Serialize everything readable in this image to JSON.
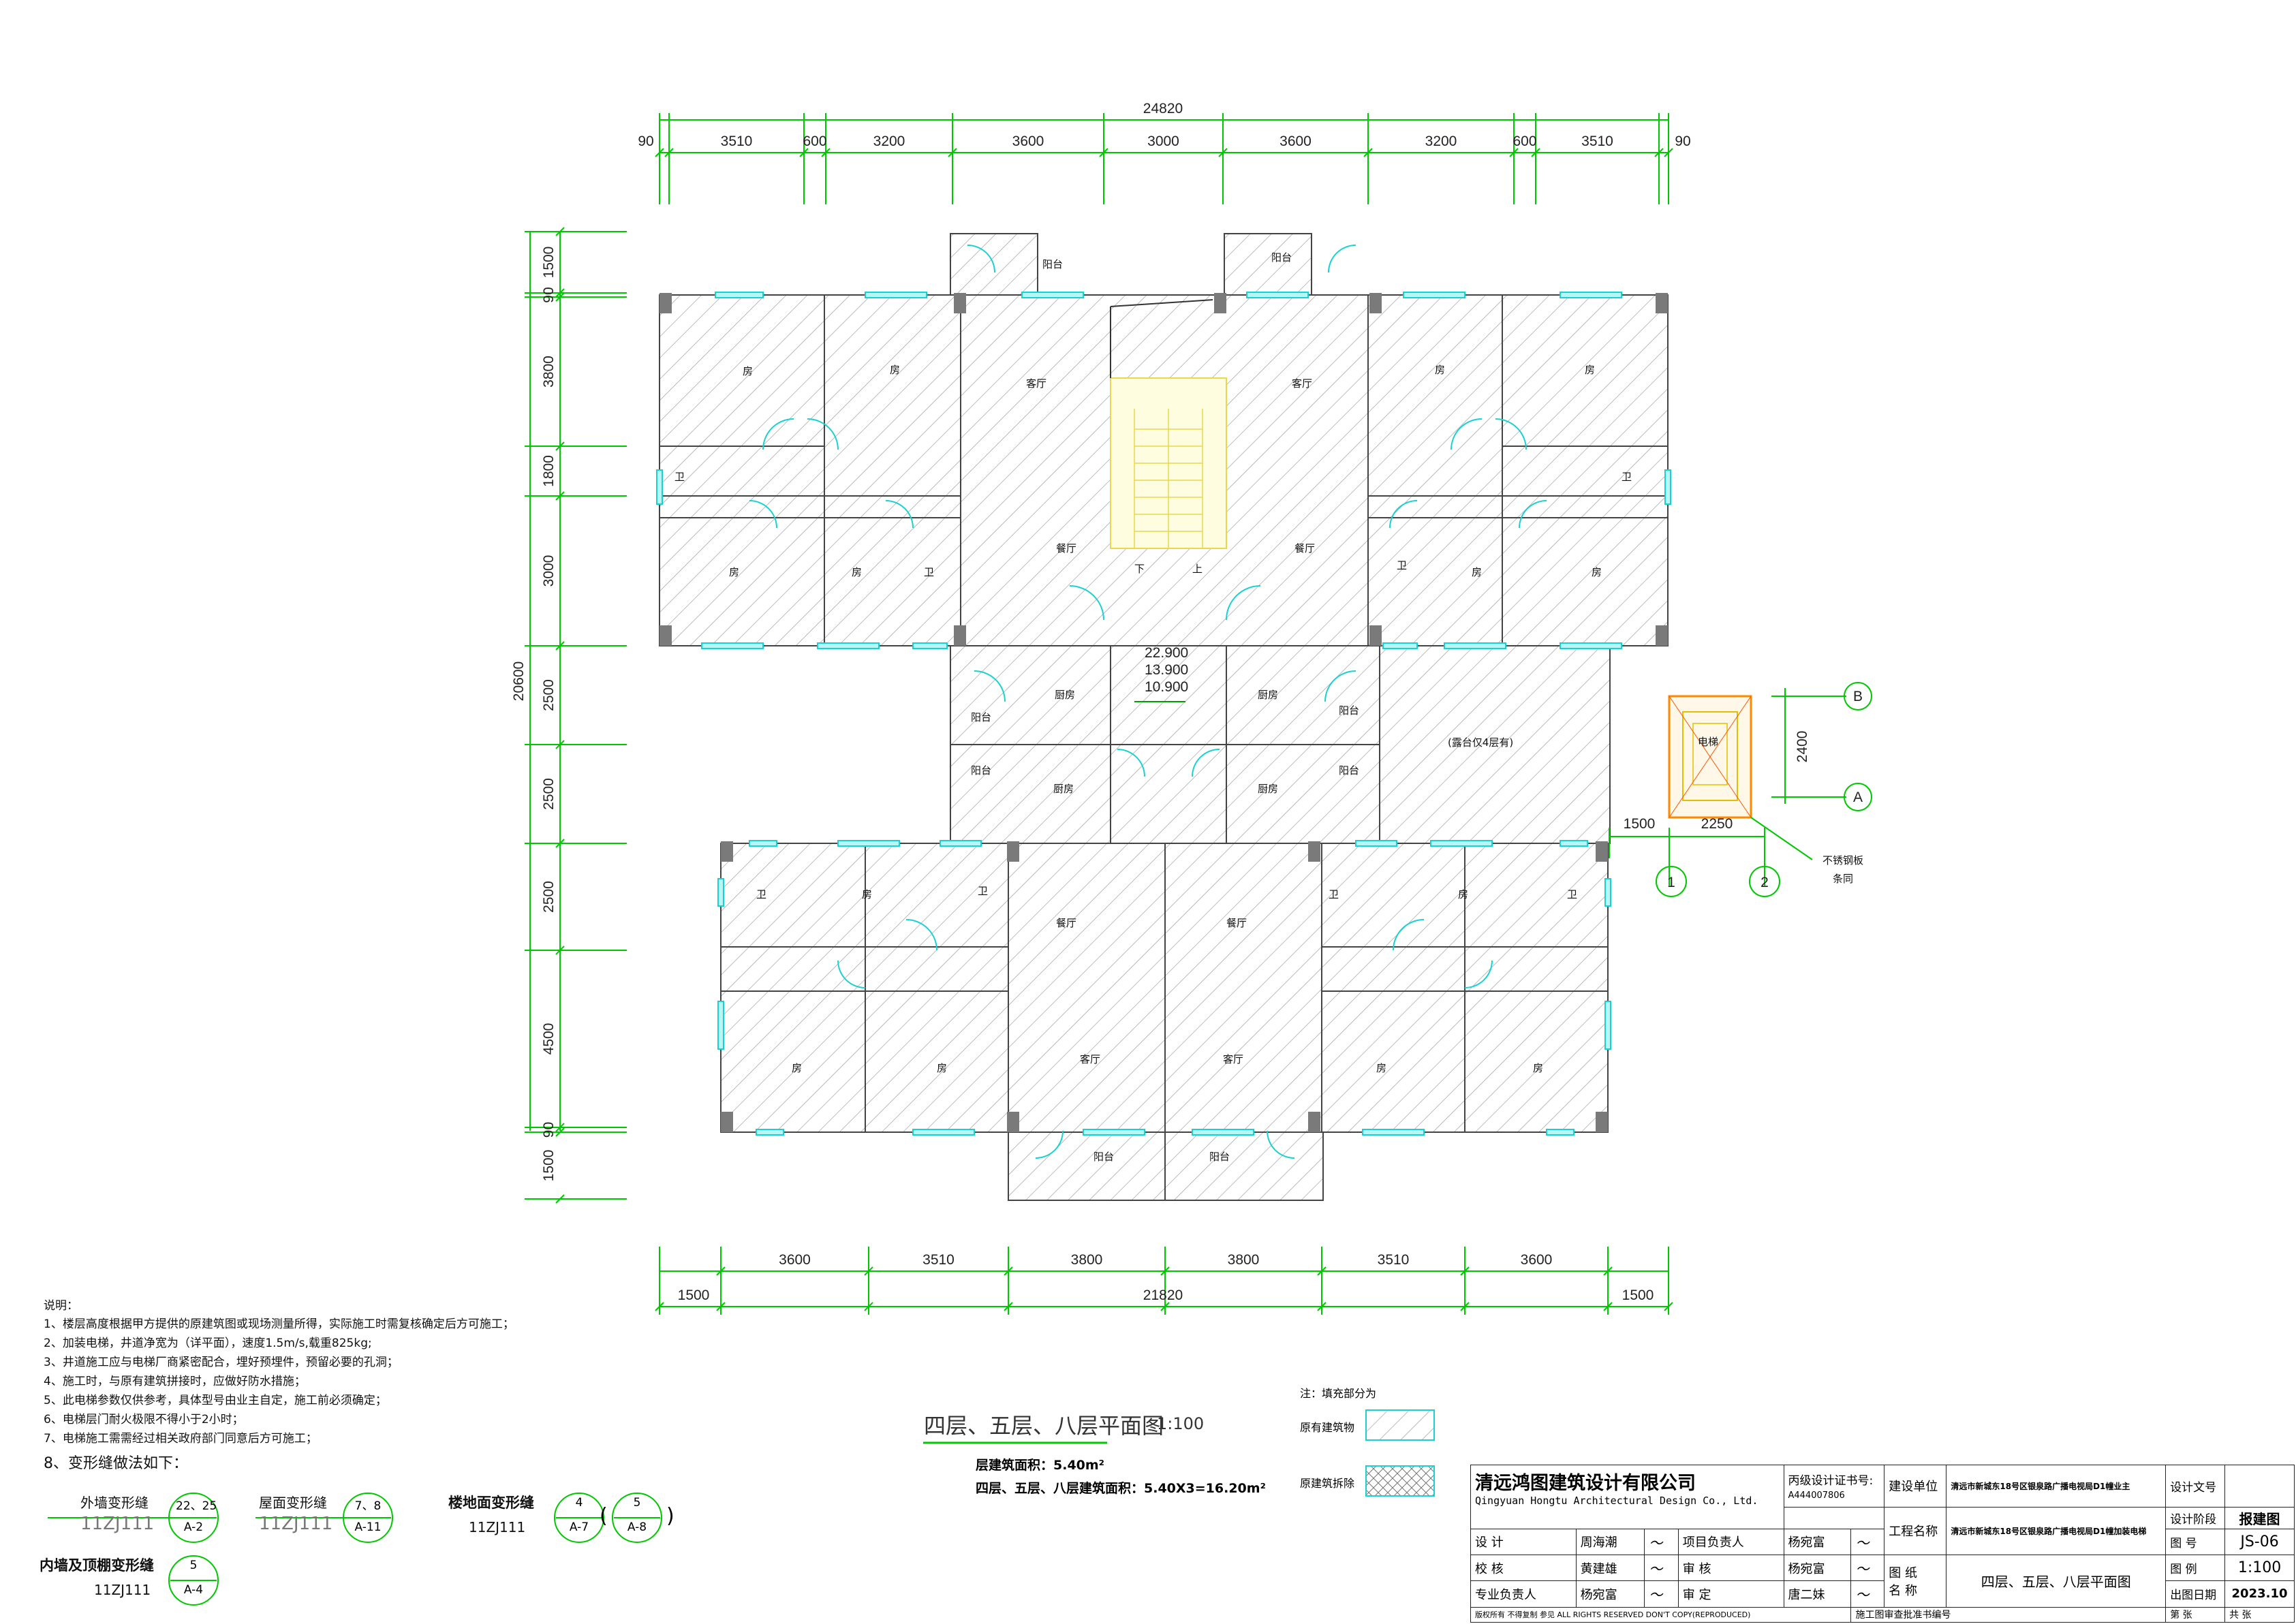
{
  "drawing": {
    "dims_top": {
      "total": "24820",
      "segments": [
        "90",
        "3510",
        "600",
        "3200",
        "3600",
        "3000",
        "3600",
        "3200",
        "600",
        "3510",
        "90"
      ]
    },
    "dims_bottom": {
      "total": "21820",
      "side_left": "1500",
      "side_right": "1500",
      "segments": [
        "3600",
        "3510",
        "3800",
        "3800",
        "3510",
        "3600"
      ]
    },
    "dims_left": {
      "total": "20600",
      "segments": [
        "1500",
        "90",
        "3800",
        "1800",
        "3000",
        "2500",
        "2500",
        "2500",
        "4500",
        "90",
        "1500"
      ]
    },
    "rooms": {
      "balcony": "阳台",
      "bedroom": "房",
      "living": "客厅",
      "dining": "餐厅",
      "bath": "卫",
      "kitchen": "厨房",
      "terrace": "(露台仅4层有)",
      "down": "下",
      "up": "上",
      "elevator": "电梯"
    },
    "elevations": [
      "22.900",
      "13.900",
      "10.900"
    ],
    "elevator_detail": {
      "dim_h": "2400",
      "dim_a": "1500",
      "dim_b": "2250",
      "axis_b": "B",
      "axis_a": "A",
      "axis_1": "1",
      "axis_2": "2",
      "note_l1": "不锈钢板",
      "note_l2": "条同"
    }
  },
  "plan_title": {
    "title": "四层、五层、八层平面图",
    "scale": "1:100",
    "area1": "层建筑面积：5.40m²",
    "area2": "四层、五层、八层建筑面积：5.40X3=16.20m²"
  },
  "legend": {
    "heading": "注：填充部分为",
    "existing": "原有建筑物",
    "demolish": "原建筑拆除"
  },
  "notes": {
    "heading": "说明：",
    "items": [
      "1、楼层高度根据甲方提供的原建筑图或现场测量所得，实际施工时需复核确定后方可施工；",
      "2、加装电梯，井道净宽为（详平面），速度1.5m/s,载重825kg;",
      "3、井道施工应与电梯厂商紧密配合，埋好预埋件，预留必要的孔洞；",
      "4、施工时，与原有建筑拼接时，应做好防水措施；",
      "5、此电梯参数仅供参考，具体型号由业主自定，施工前必须确定；",
      "6、电梯层门耐火极限不得小于2小时；",
      "7、电梯施工需需经过相关政府部门同意后方可施工；",
      "8、变形缝做法如下："
    ],
    "joints": {
      "outer_label": "外墙变形缝",
      "outer_code": "11ZJ111",
      "outer_ref_top": "22、25",
      "outer_ref_bot": "A-2",
      "roof_label": "屋面变形缝",
      "roof_code": "11ZJ111",
      "roof_ref_top": "7、8",
      "roof_ref_bot": "A-11",
      "floor_label": "楼地面变形缝",
      "floor_code": "11ZJ111",
      "floor_ref1_top": "4",
      "floor_ref1_bot": "A-7",
      "floor_ref2_top": "5",
      "floor_ref2_bot": "A-8",
      "inner_label": "内墙及顶棚变形缝",
      "inner_code": "11ZJ111",
      "inner_ref_top": "5",
      "inner_ref_bot": "A-4"
    }
  },
  "title_block": {
    "company": "清远鸿图建筑设计有限公司",
    "company_en": "Qingyuan Hongtu Architectural Design Co., Ltd.",
    "cert_label": "丙级设计证书号:",
    "cert_no": "A444007806",
    "client_label": "建设单位",
    "client": "清远市新城东18号区银泉路广播电视局D1幢业主",
    "project_label": "工程名称",
    "project": "清远市新城东18号区银泉路广播电视局D1幢加装电梯",
    "drawing_label": "图 纸\n名 称",
    "drawing_name": "四层、五层、八层平面图",
    "doc_label": "设计文号",
    "stage_label": "设计阶段",
    "stage": "报建图",
    "no_label": "图 号",
    "no": "JS-06",
    "scale_label": "图 例",
    "scale": "1:100",
    "date_label": "出图日期",
    "date": "2023.10",
    "design_label": "设 计",
    "design_name": "周海潮",
    "check_label": "校 核",
    "check_name": "黄建雄",
    "prof_label": "专业负责人",
    "prof_name": "杨宛富",
    "pm_label": "项目负责人",
    "pm_name": "杨宛富",
    "review_label": "审 核",
    "review_name": "杨宛富",
    "approve_label": "审 定",
    "approve_name": "唐二妹",
    "footer_left": "版权所有 不得复制 参见 ALL RIGHTS RESERVED DON'T COPY(REPRODUCED)",
    "footer_mid": "施工图审查批准书编号",
    "footer_r1": "第 张",
    "footer_r2": "共 张"
  }
}
